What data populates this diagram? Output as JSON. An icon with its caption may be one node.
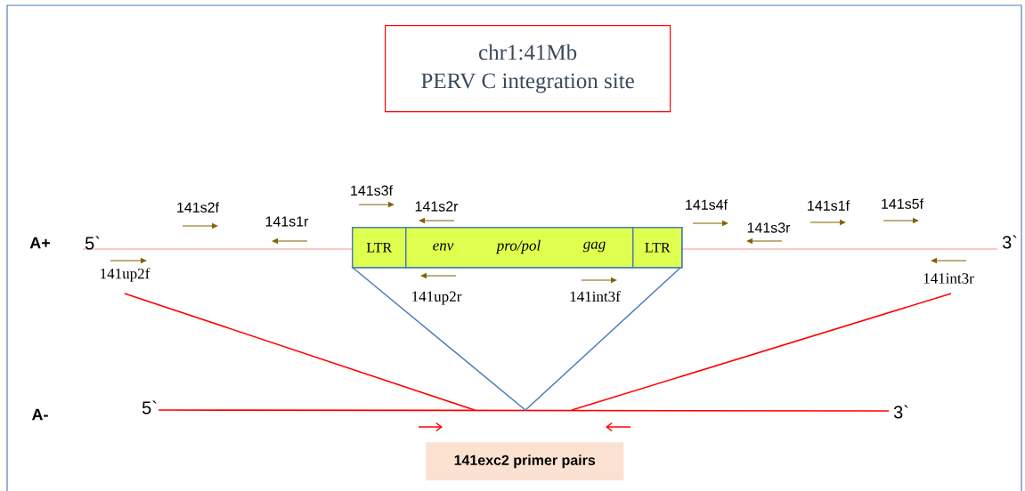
{
  "diagram": {
    "nodes": [
      {
        "text": [
          "chr1:41Mb",
          "PERV C integration site"
        ]
      },
      {
        "text": [],
        "shape": "box"
      },
      {
        "text": [
          "LTR"
        ],
        "in": 1
      },
      {
        "text": [
          "env",
          "pro/pol",
          "gag"
        ],
        "in": 1
      },
      {
        "text": [
          "LTR"
        ],
        "in": 1
      },
      {
        "text": [
          "141exc2 primer pairs"
        ]
      }
    ],
    "labels": [
      "141s3f",
      "141s2f",
      "141s2r",
      "141s4f",
      "141s1f",
      "141s5f",
      "141s1r",
      "141s3r",
      "A+",
      "5`",
      "3`",
      "141up2f",
      "141int3r",
      "141up2r",
      "141int3f",
      "A-",
      "5`",
      "3`"
    ]
  }
}
